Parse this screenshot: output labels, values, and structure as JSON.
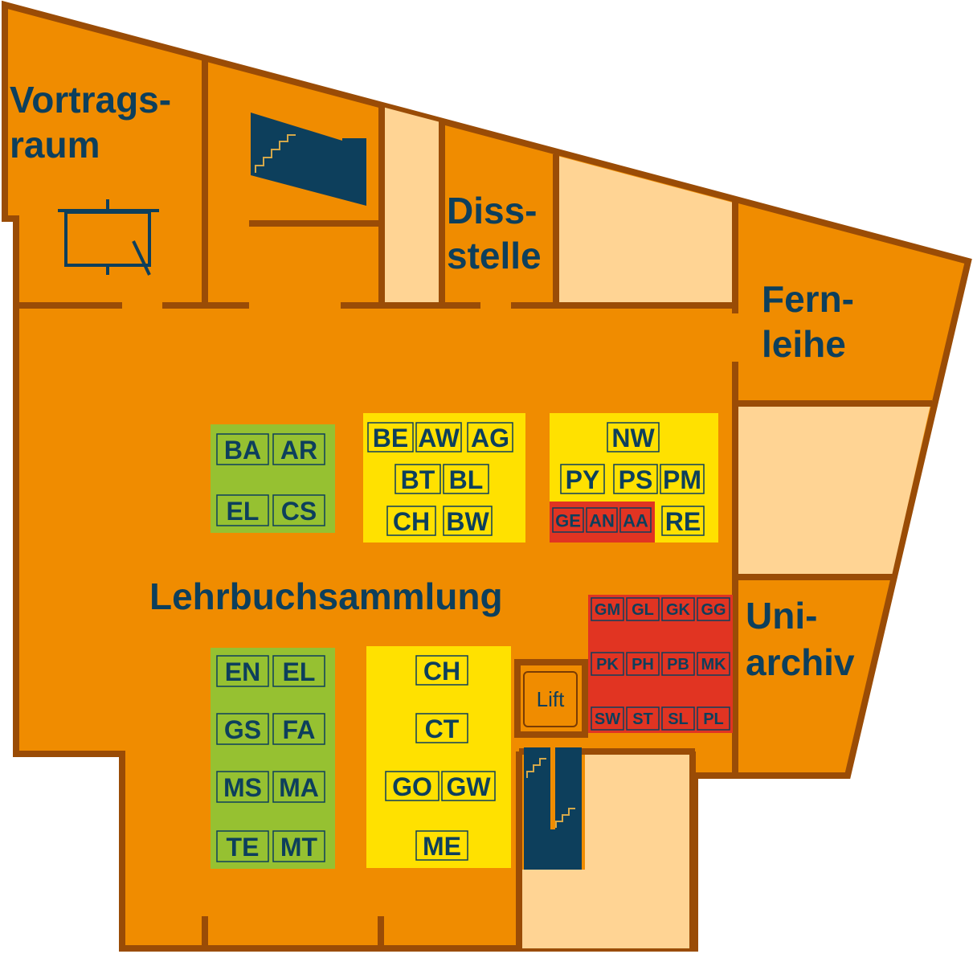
{
  "rooms": {
    "vortragsraum": [
      "Vortrags-",
      "raum"
    ],
    "dissstelle": [
      "Diss-",
      "stelle"
    ],
    "fernleihe": [
      "Fern-",
      "leihe"
    ],
    "uniarchiv": [
      "Uni-",
      "archiv"
    ],
    "lehrbuchsammlung": "Lehrbuchsammlung",
    "lift": "Lift"
  },
  "colors": {
    "floor": "#f08c00",
    "wall": "#9a4c06",
    "light_room": "#ffd494",
    "green_shelf": "#96c131",
    "yellow_shelf": "#ffe100",
    "red_shelf": "#e13422",
    "dark": "#0d3f5c"
  },
  "icons": [
    "stairs-icon",
    "projector-screen-icon",
    "arrow-right-icon"
  ],
  "shelves": {
    "green_top": [
      [
        "BA",
        "AR"
      ],
      [
        "EL",
        "CS"
      ]
    ],
    "yellow_top": [
      [
        "BE",
        "AW",
        "AG"
      ],
      [
        "BT",
        "BL"
      ],
      [
        "CH",
        "BW"
      ]
    ],
    "yellow_right": {
      "row1": [
        "NW"
      ],
      "row2": [
        "PY",
        "PS",
        "PM"
      ],
      "row3_red": [
        "GE",
        "AN",
        "AA"
      ],
      "row3_yellow": [
        "RE"
      ]
    },
    "red_right": [
      [
        "GM",
        "GL",
        "GK",
        "GG"
      ],
      [
        "PK",
        "PH",
        "PB",
        "MK"
      ],
      [
        "SW",
        "ST",
        "SL",
        "PL"
      ]
    ],
    "green_bottom": [
      [
        "EN",
        "EL"
      ],
      [
        "GS",
        "FA"
      ],
      [
        "MS",
        "MA"
      ],
      [
        "TE",
        "MT"
      ]
    ],
    "yellow_bottom": [
      [
        "CH"
      ],
      [
        "CT"
      ],
      [
        "GO",
        "GW"
      ],
      [
        "ME"
      ]
    ]
  }
}
